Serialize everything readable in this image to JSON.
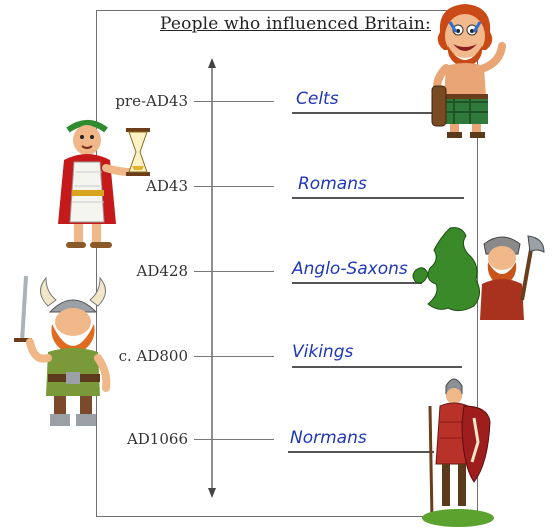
{
  "title": "People who influenced Britain:",
  "timeline": [
    {
      "date": "pre-AD43",
      "group": "Celts"
    },
    {
      "date": "AD43",
      "group": "Romans"
    },
    {
      "date": "AD428",
      "group": "Anglo-Saxons"
    },
    {
      "date": "c. AD800",
      "group": "Vikings"
    },
    {
      "date": "AD1066",
      "group": "Normans"
    }
  ],
  "colors": {
    "group_text": "#1f37b8",
    "line": "#555555"
  },
  "icons": [
    "celt-warrior",
    "roman-emperor-hourglass",
    "anglo-saxon-warrior-map",
    "viking-warrior",
    "norman-knight"
  ]
}
